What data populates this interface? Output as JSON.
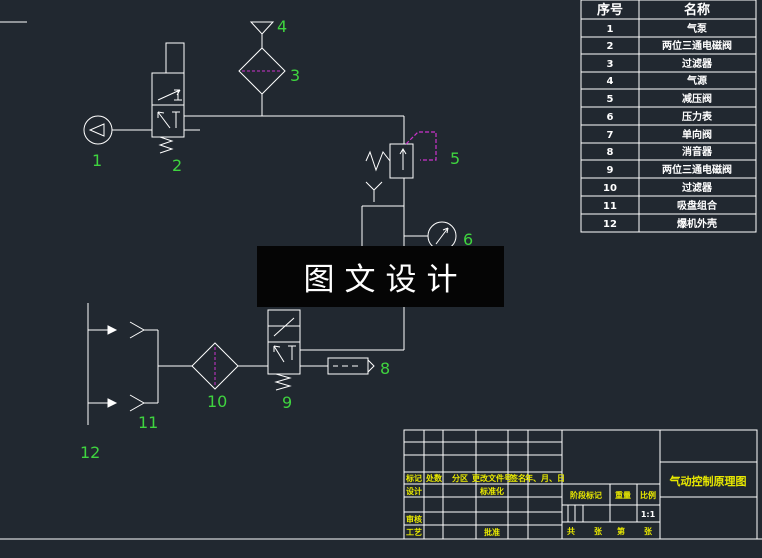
{
  "bom": {
    "headers": [
      "序号",
      "名称"
    ],
    "rows": [
      [
        "1",
        "气泵"
      ],
      [
        "2",
        "两位三通电磁阀"
      ],
      [
        "3",
        "过滤器"
      ],
      [
        "4",
        "气源"
      ],
      [
        "5",
        "减压阀"
      ],
      [
        "6",
        "压力表"
      ],
      [
        "7",
        "单向阀"
      ],
      [
        "8",
        "消音器"
      ],
      [
        "9",
        "两位三通电磁阀"
      ],
      [
        "10",
        "过滤器"
      ],
      [
        "11",
        "吸盘组合"
      ],
      [
        "12",
        "爆机外壳"
      ]
    ]
  },
  "labels": {
    "l1": "1",
    "l2": "2",
    "l3": "3",
    "l4": "4",
    "l5": "5",
    "l6": "6",
    "l8": "8",
    "l9": "9",
    "l10": "10",
    "l11": "11",
    "l12": "12"
  },
  "title_block": {
    "title": "气动控制原理图",
    "mark": "标记",
    "count": "处数",
    "zone": "分区",
    "change_doc": "更改文件号",
    "sign": "签名",
    "date": "年、月、日",
    "design": "设计",
    "standard": "标准化",
    "stage_mark": "阶段标记",
    "weight": "重量",
    "scale": "比例",
    "scale_value": "1:1",
    "review": "审核",
    "process": "工艺",
    "approve": "批准",
    "total": "共",
    "sheets": "张",
    "nth": "第",
    "sheet": "张"
  },
  "watermark": "图文设计",
  "colors": {
    "background": "#212830",
    "line": "#ffffff",
    "label": "#3fd43f",
    "pilot": "#cc33cc",
    "titleblock_text": "#e8e800"
  }
}
